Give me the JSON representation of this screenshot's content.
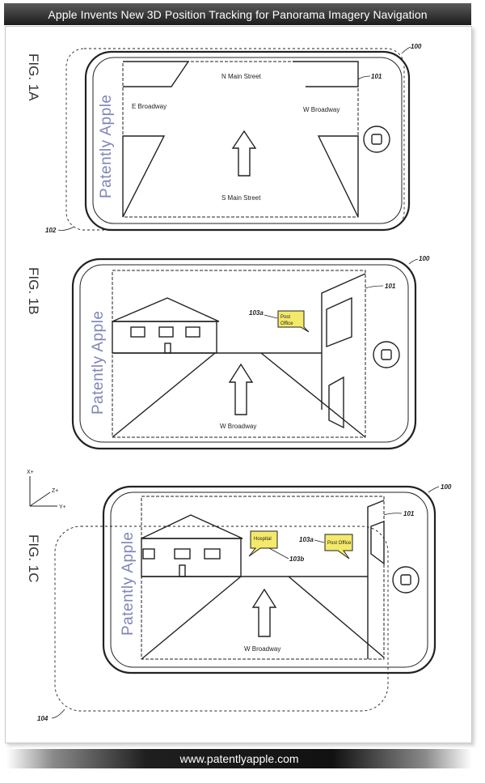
{
  "header": {
    "title": "Apple Invents New 3D Position Tracking for Panorama Imagery Navigation"
  },
  "footer": {
    "url": "www.patentlyapple.com"
  },
  "figures": {
    "fig1a": {
      "label": "FIG. 1A",
      "watermark": "Patently Apple",
      "streets": {
        "north": "N Main Street",
        "east_left": "E Broadway",
        "west_right": "W Broadway",
        "south": "S Main Street"
      },
      "refs": {
        "device": "100",
        "screen": "101",
        "outline": "102"
      }
    },
    "fig1b": {
      "label": "FIG. 1B",
      "watermark": "Patently Apple",
      "street": "W Broadway",
      "callout": {
        "ref": "103a",
        "line1": "Post",
        "line2": "Office"
      },
      "refs": {
        "device": "100",
        "screen": "101"
      }
    },
    "fig1c": {
      "label": "FIG. 1C",
      "watermark": "Patently Apple",
      "street": "W Broadway",
      "callout_a": {
        "ref": "103a",
        "text": "Post Office"
      },
      "callout_b": {
        "ref": "103b",
        "text": "Hospital"
      },
      "refs": {
        "device": "100",
        "screen": "101",
        "outline": "104"
      }
    },
    "axes": {
      "x": "X+",
      "y": "Y+",
      "z": "Z+"
    }
  }
}
